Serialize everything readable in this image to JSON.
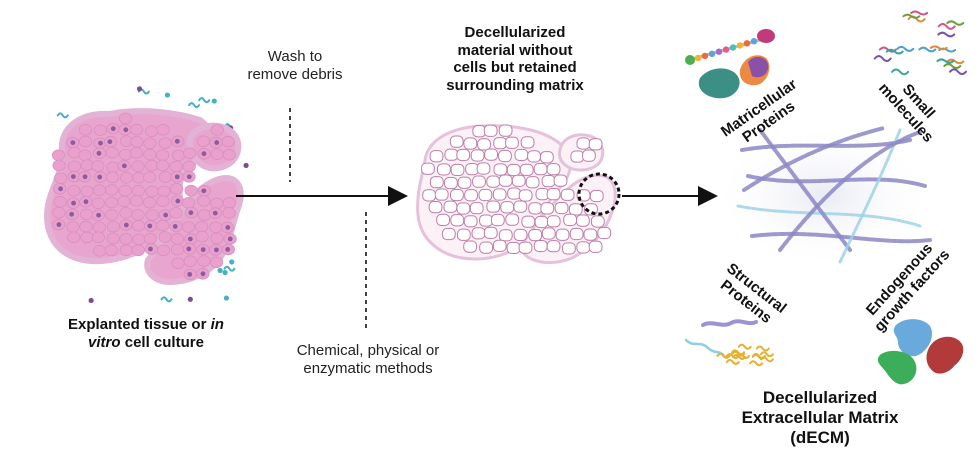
{
  "tissue": {
    "caption_part1": "Explanted tissue or ",
    "caption_italic1": "in",
    "caption_italic2": "vitro",
    "caption_part2": " cell culture"
  },
  "process": {
    "wash_label_line1": "Wash to",
    "wash_label_line2": "remove debris",
    "methods_label_line1": "Chemical, physical or",
    "methods_label_line2": "enzymatic methods"
  },
  "decell": {
    "line1": "Decellularized",
    "line2": "material without",
    "line3": "cells but retained",
    "line4": "surrounding matrix"
  },
  "ecm": {
    "matricellular": [
      "Matricellular",
      "Proteins"
    ],
    "small_molecules": [
      "Small",
      "molecules"
    ],
    "structural": [
      "Structural",
      "Proteins"
    ],
    "growth_factors": [
      "Endogenous",
      "growth factors"
    ],
    "title_line1": "Decellularized",
    "title_line2": "Extracellular Matrix",
    "title_line3": "(dECM)"
  },
  "colors": {
    "tissue_fill": "#e8a6cf",
    "tissue_cell": "#eaa0cc",
    "nucleus": "#8b5c9e",
    "scaffold_stroke": "#c07ba8",
    "fiber": "#8c87c4",
    "fiber_light": "#9fd2e6",
    "debris_teal": "#49b0c2",
    "debris_purple": "#7a4c93"
  }
}
